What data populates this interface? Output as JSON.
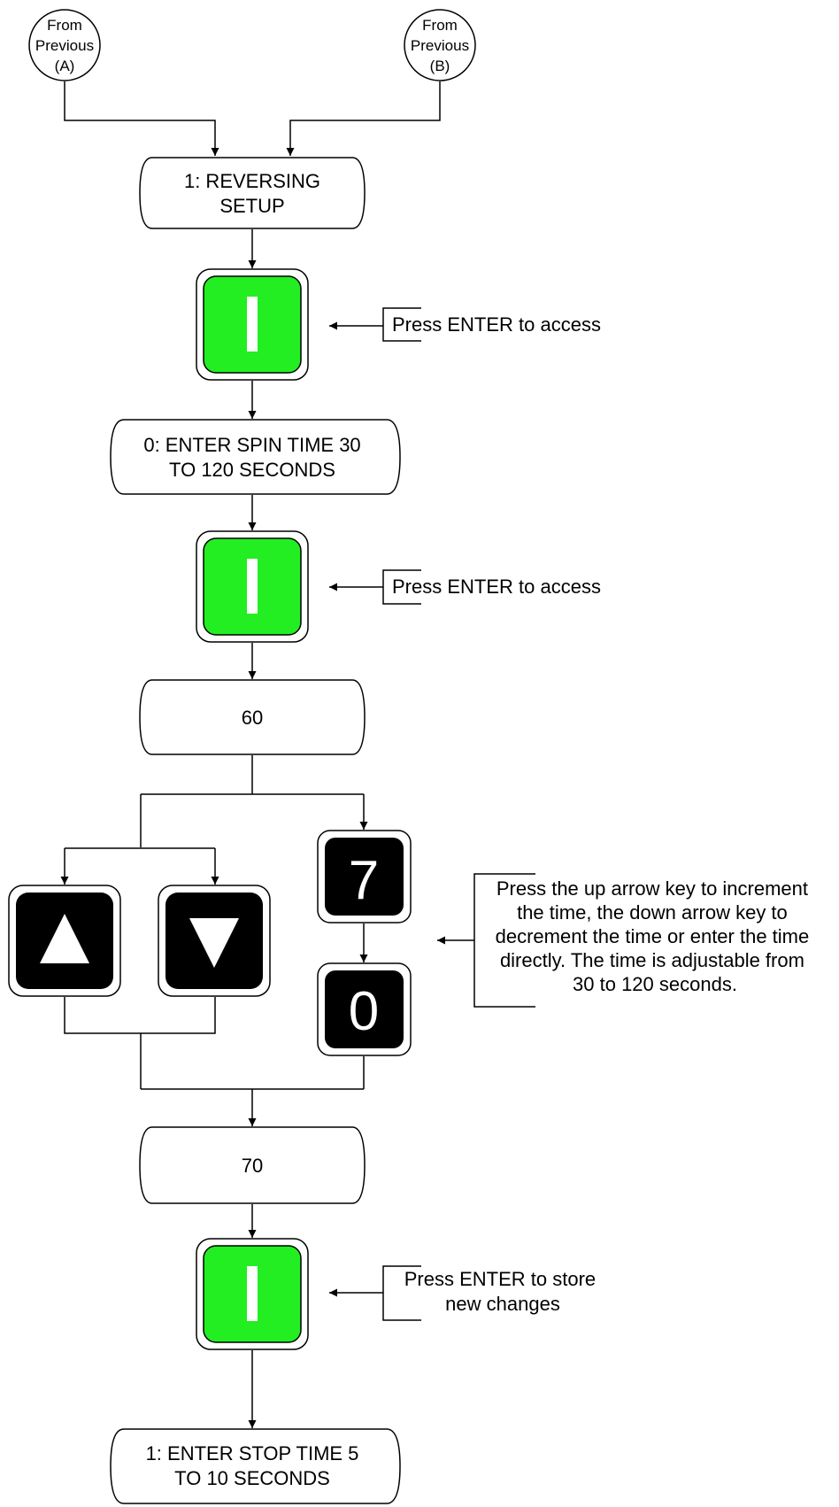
{
  "connectors": [
    {
      "lines": [
        "From",
        "Previous",
        "(A)"
      ]
    },
    {
      "lines": [
        "From",
        "Previous",
        "(B)"
      ]
    }
  ],
  "displays": [
    {
      "lines": [
        "1: REVERSING",
        "SETUP"
      ]
    },
    {
      "lines": [
        "0: ENTER SPIN TIME 30",
        "TO 120 SECONDS"
      ]
    },
    {
      "lines": [
        "60"
      ]
    },
    {
      "lines": [
        "70"
      ]
    },
    {
      "lines": [
        "1: ENTER STOP TIME 5",
        "TO 10 SECONDS"
      ]
    }
  ],
  "keys": {
    "enter_symbol": "I",
    "up_symbol": "up-triangle",
    "down_symbol": "down-triangle",
    "digit_1": "7",
    "digit_2": "0"
  },
  "notes": [
    {
      "lines": [
        "Press ENTER to access"
      ]
    },
    {
      "lines": [
        "Press ENTER to access"
      ]
    },
    {
      "lines": [
        "Press the up arrow key to increment",
        "the time, the down arrow key to",
        "decrement the time or enter the time",
        "directly. The time is adjustable from",
        "30 to 120 seconds."
      ]
    },
    {
      "lines": [
        "Press ENTER to store",
        "new changes"
      ]
    }
  ],
  "colors": {
    "enter_key": "#22ee22",
    "dark_key": "#000000",
    "key_frame": "#ffffff",
    "line": "#000000"
  }
}
